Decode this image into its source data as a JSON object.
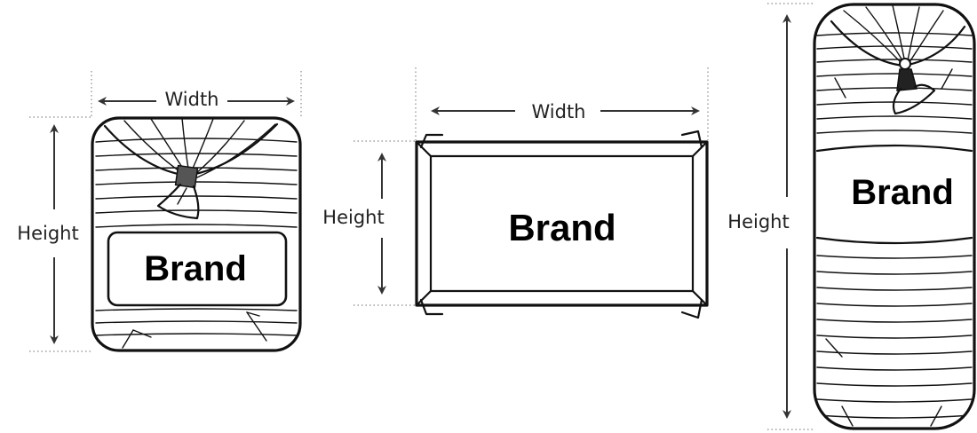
{
  "colors": {
    "ink": "#111111",
    "fill_tag": "#555555",
    "background": "#ffffff"
  },
  "stuff_sack": {
    "width_label": "Width",
    "height_label": "Height",
    "brand_label": "Brand"
  },
  "flat_pack": {
    "width_label": "Width",
    "height_label": "Height",
    "brand_label": "Brand"
  },
  "tall_sack": {
    "height_label": "Height",
    "brand_label": "Brand"
  }
}
